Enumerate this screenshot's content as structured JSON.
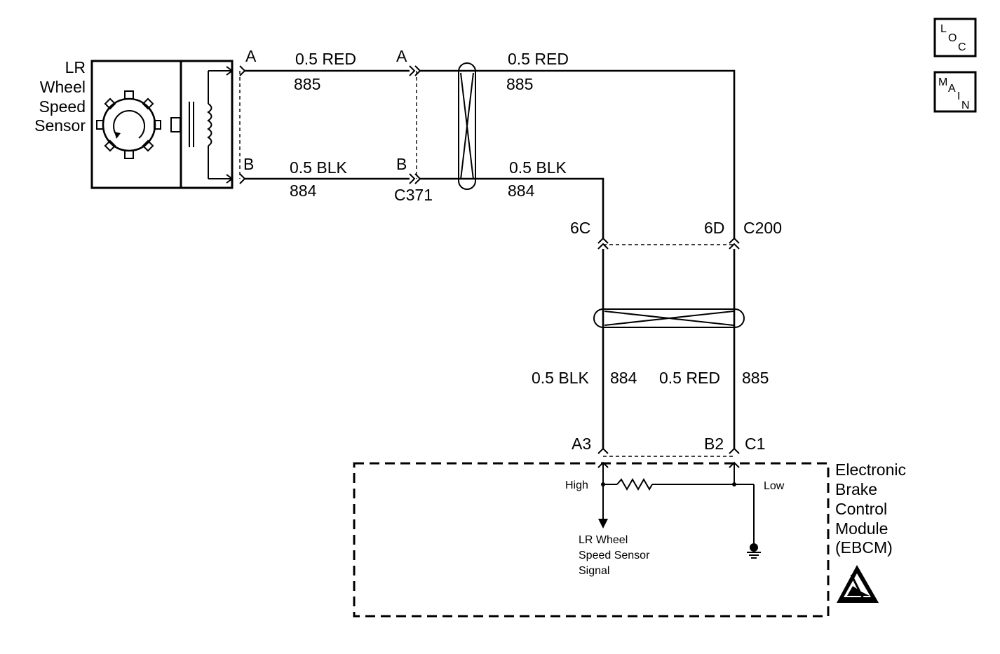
{
  "sensor": {
    "label_lines": [
      "LR",
      "Wheel",
      "Speed",
      "Sensor"
    ]
  },
  "connector_c371": {
    "name": "C371",
    "sensor_pin_a": "A",
    "sensor_pin_b": "B",
    "harness_pin_a": "A",
    "harness_pin_b": "B"
  },
  "connector_c200": {
    "name": "C200",
    "pin_left": "6C",
    "pin_right": "6D"
  },
  "wires": {
    "red_upper_left": {
      "gauge_color": "0.5 RED",
      "circuit": "885"
    },
    "blk_upper_left": {
      "gauge_color": "0.5 BLK",
      "circuit": "884"
    },
    "red_upper_right": {
      "gauge_color": "0.5 RED",
      "circuit": "885"
    },
    "blk_upper_right": {
      "gauge_color": "0.5 BLK",
      "circuit": "884"
    },
    "blk_lower": {
      "gauge_color": "0.5 BLK",
      "circuit": "884"
    },
    "red_lower": {
      "gauge_color": "0.5 RED",
      "circuit": "885"
    }
  },
  "ebcm": {
    "label_lines": [
      "Electronic",
      "Brake",
      "Control",
      "Module",
      "(EBCM)"
    ],
    "pin_a3": "A3",
    "pin_b2": "B2",
    "connector": "C1",
    "high_label": "High",
    "low_label": "Low",
    "signal_lines": [
      "LR Wheel",
      "Speed Sensor",
      "Signal"
    ]
  },
  "icons": {
    "loc": {
      "letters": [
        "L",
        "O",
        "C"
      ]
    },
    "main": {
      "letters": [
        "M",
        "A",
        "I",
        "N"
      ]
    },
    "esd": "esd-warning-icon"
  }
}
